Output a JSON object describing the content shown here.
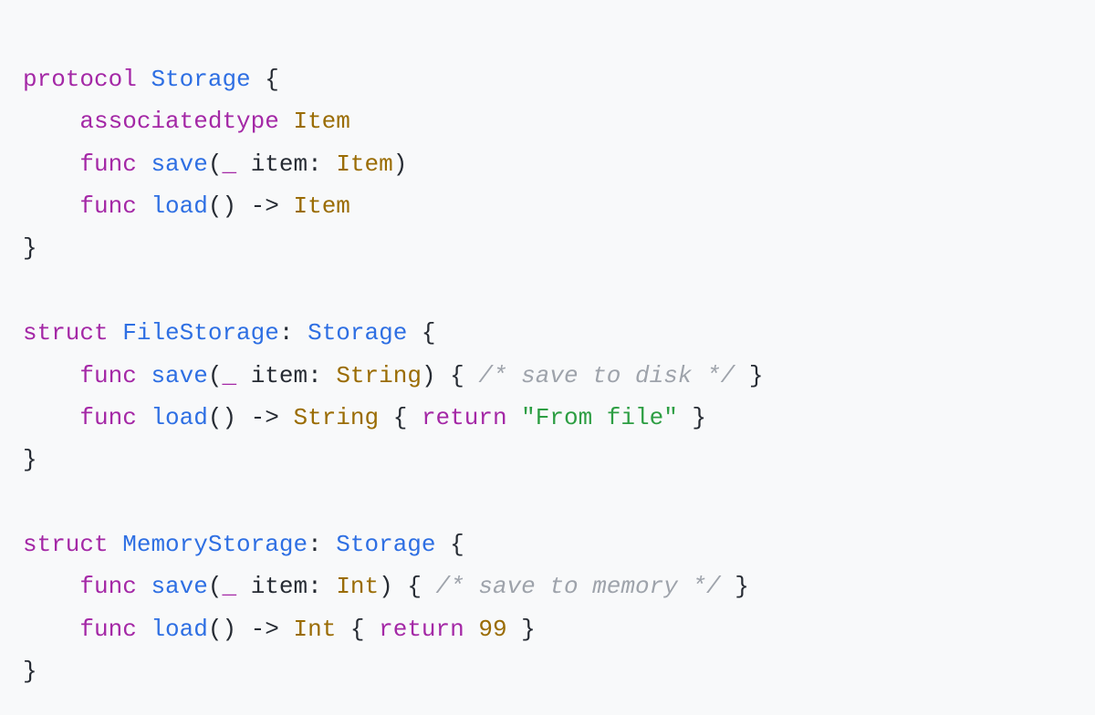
{
  "background": "#F8F9FA",
  "colors": {
    "keyword": "#A428A6",
    "entity": "#2E6FE3",
    "type": "#9A6C03",
    "number": "#9A6C03",
    "string": "#2D9E43",
    "comment": "#9EA3AB",
    "plain": "#262B33"
  },
  "code": {
    "language": "swift",
    "lines": [
      {
        "tokens": [
          {
            "t": "protocol",
            "c": "keyword"
          },
          {
            "t": " ",
            "c": "plain"
          },
          {
            "t": "Storage",
            "c": "entity"
          },
          {
            "t": " {",
            "c": "plain"
          }
        ]
      },
      {
        "tokens": [
          {
            "t": "    ",
            "c": "plain"
          },
          {
            "t": "associatedtype",
            "c": "keyword"
          },
          {
            "t": " ",
            "c": "plain"
          },
          {
            "t": "Item",
            "c": "type"
          }
        ]
      },
      {
        "tokens": [
          {
            "t": "    ",
            "c": "plain"
          },
          {
            "t": "func",
            "c": "keyword"
          },
          {
            "t": " ",
            "c": "plain"
          },
          {
            "t": "save",
            "c": "entity"
          },
          {
            "t": "(",
            "c": "plain"
          },
          {
            "t": "_",
            "c": "keyword"
          },
          {
            "t": " item: ",
            "c": "plain"
          },
          {
            "t": "Item",
            "c": "type"
          },
          {
            "t": ")",
            "c": "plain"
          }
        ]
      },
      {
        "tokens": [
          {
            "t": "    ",
            "c": "plain"
          },
          {
            "t": "func",
            "c": "keyword"
          },
          {
            "t": " ",
            "c": "plain"
          },
          {
            "t": "load",
            "c": "entity"
          },
          {
            "t": "() -> ",
            "c": "plain"
          },
          {
            "t": "Item",
            "c": "type"
          }
        ]
      },
      {
        "tokens": [
          {
            "t": "}",
            "c": "plain"
          }
        ]
      },
      {
        "tokens": []
      },
      {
        "tokens": [
          {
            "t": "struct",
            "c": "keyword"
          },
          {
            "t": " ",
            "c": "plain"
          },
          {
            "t": "FileStorage",
            "c": "entity"
          },
          {
            "t": ": ",
            "c": "plain"
          },
          {
            "t": "Storage",
            "c": "entity"
          },
          {
            "t": " {",
            "c": "plain"
          }
        ]
      },
      {
        "tokens": [
          {
            "t": "    ",
            "c": "plain"
          },
          {
            "t": "func",
            "c": "keyword"
          },
          {
            "t": " ",
            "c": "plain"
          },
          {
            "t": "save",
            "c": "entity"
          },
          {
            "t": "(",
            "c": "plain"
          },
          {
            "t": "_",
            "c": "keyword"
          },
          {
            "t": " item: ",
            "c": "plain"
          },
          {
            "t": "String",
            "c": "type"
          },
          {
            "t": ") { ",
            "c": "plain"
          },
          {
            "t": "/* save to disk */",
            "c": "comment"
          },
          {
            "t": " }",
            "c": "plain"
          }
        ]
      },
      {
        "tokens": [
          {
            "t": "    ",
            "c": "plain"
          },
          {
            "t": "func",
            "c": "keyword"
          },
          {
            "t": " ",
            "c": "plain"
          },
          {
            "t": "load",
            "c": "entity"
          },
          {
            "t": "() -> ",
            "c": "plain"
          },
          {
            "t": "String",
            "c": "type"
          },
          {
            "t": " { ",
            "c": "plain"
          },
          {
            "t": "return",
            "c": "keyword"
          },
          {
            "t": " ",
            "c": "plain"
          },
          {
            "t": "\"From file\"",
            "c": "string"
          },
          {
            "t": " }",
            "c": "plain"
          }
        ]
      },
      {
        "tokens": [
          {
            "t": "}",
            "c": "plain"
          }
        ]
      },
      {
        "tokens": []
      },
      {
        "tokens": [
          {
            "t": "struct",
            "c": "keyword"
          },
          {
            "t": " ",
            "c": "plain"
          },
          {
            "t": "MemoryStorage",
            "c": "entity"
          },
          {
            "t": ": ",
            "c": "plain"
          },
          {
            "t": "Storage",
            "c": "entity"
          },
          {
            "t": " {",
            "c": "plain"
          }
        ]
      },
      {
        "tokens": [
          {
            "t": "    ",
            "c": "plain"
          },
          {
            "t": "func",
            "c": "keyword"
          },
          {
            "t": " ",
            "c": "plain"
          },
          {
            "t": "save",
            "c": "entity"
          },
          {
            "t": "(",
            "c": "plain"
          },
          {
            "t": "_",
            "c": "keyword"
          },
          {
            "t": " item: ",
            "c": "plain"
          },
          {
            "t": "Int",
            "c": "type"
          },
          {
            "t": ") { ",
            "c": "plain"
          },
          {
            "t": "/* save to memory */",
            "c": "comment"
          },
          {
            "t": " }",
            "c": "plain"
          }
        ]
      },
      {
        "tokens": [
          {
            "t": "    ",
            "c": "plain"
          },
          {
            "t": "func",
            "c": "keyword"
          },
          {
            "t": " ",
            "c": "plain"
          },
          {
            "t": "load",
            "c": "entity"
          },
          {
            "t": "() -> ",
            "c": "plain"
          },
          {
            "t": "Int",
            "c": "type"
          },
          {
            "t": " { ",
            "c": "plain"
          },
          {
            "t": "return",
            "c": "keyword"
          },
          {
            "t": " ",
            "c": "plain"
          },
          {
            "t": "99",
            "c": "number"
          },
          {
            "t": " }",
            "c": "plain"
          }
        ]
      },
      {
        "tokens": [
          {
            "t": "}",
            "c": "plain"
          }
        ]
      }
    ]
  }
}
